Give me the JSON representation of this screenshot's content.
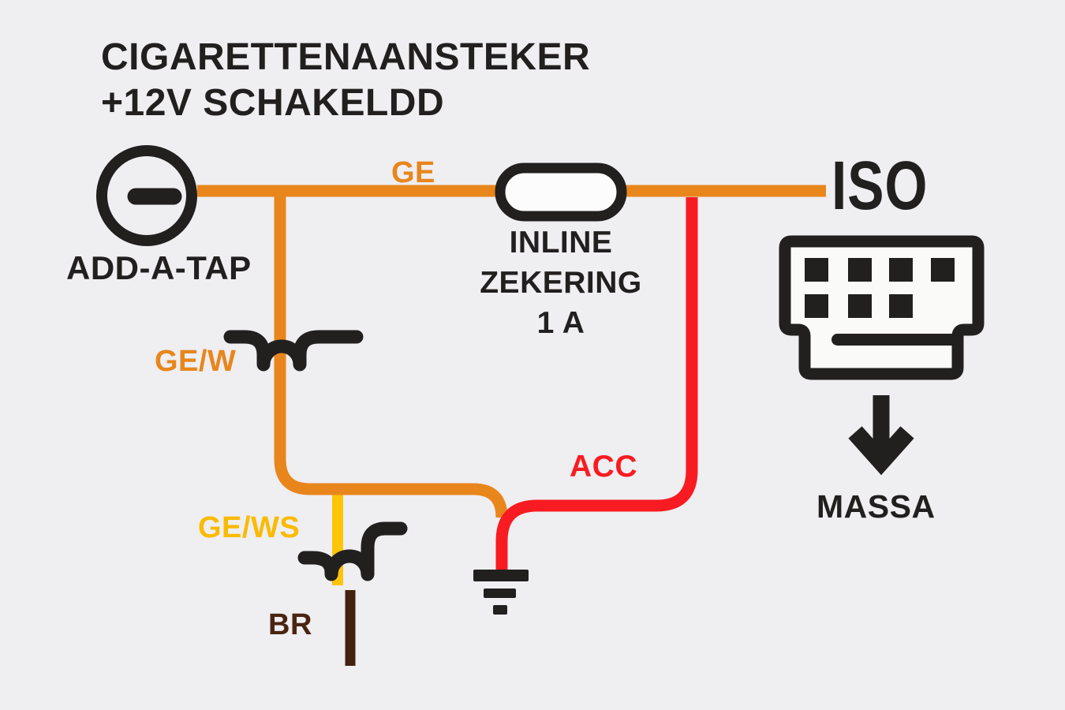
{
  "title": {
    "line1": "CIGARETTENAANSTEKER",
    "line2": "+12V SCHAKELDD"
  },
  "source": {
    "label": "ADD-A-TAP"
  },
  "fuse": {
    "line1": "INLINE",
    "line2": "ZEKERING",
    "line3": "1 A"
  },
  "connector": {
    "label": "ISO"
  },
  "ground": {
    "label": "MASSA"
  },
  "wires": {
    "ge": {
      "label": "GE",
      "color": "#E8861C"
    },
    "ge_w": {
      "label": "GE/W",
      "color": "#E8861C",
      "label_color": "#E8861C"
    },
    "ge_ws": {
      "label": "GE/WS",
      "color": "#FDC408",
      "label_color": "#F9BB00"
    },
    "br": {
      "label": "BR",
      "color": "#42210E",
      "label_color": "#4A2410"
    },
    "acc": {
      "label": "ACC",
      "color": "#F81C22",
      "label_color": "#F81C22"
    }
  },
  "colors": {
    "background": "#EFEEF1",
    "line_black": "#221F1F",
    "fuse_fill": "#FCFCFC",
    "connector_fill": "#FAFAF8"
  },
  "icons": {
    "add_a_tap": "add-a-tap-connector-icon",
    "fuse": "inline-fuse-icon",
    "iso_connector": "iso-connector-icon",
    "ground": "ground-icon",
    "massa_arrow": "down-arrow-icon",
    "splice": "splice-hook-icon"
  }
}
